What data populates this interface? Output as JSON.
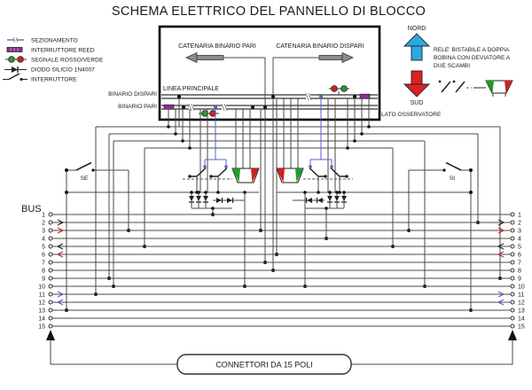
{
  "title": "SCHEMA ELETTRICO DEL PANNELLO DI BLOCCO",
  "legend": {
    "items": [
      {
        "icon": "sectioning-icon",
        "label": "SEZIONAMENTO"
      },
      {
        "icon": "reed-switch-icon",
        "label": "INTERRUTTORE REED"
      },
      {
        "icon": "red-green-signal-icon",
        "label": "SEGNALE ROSSO/VERDE"
      },
      {
        "icon": "silicon-diode-icon",
        "label": "DIODO SILICIO 1N4007"
      },
      {
        "icon": "switch-icon",
        "label": "INTERRUTTORE"
      }
    ]
  },
  "panel": {
    "catenaria_pari": "CATENARIA BINARIO PARI",
    "catenaria_dispari": "CATENARIA BINARIO DISPARI",
    "linea_principale": "LINEA PRINCIPALE",
    "binario_dispari": "BINARIO DISPARI",
    "binario_pari": "BINARIO PARI"
  },
  "compass": {
    "north": "NORD",
    "south": "SUD",
    "observer": "LATO OSSERVATORE"
  },
  "relay_note": {
    "line1": "RELE' BISTABILE A DOPPIA",
    "line2": "BOBINA CON DEVIATORE A",
    "line3": "DUE SCAMBI"
  },
  "switches": {
    "se": "SE",
    "si": "SI"
  },
  "bus": {
    "label": "BUS",
    "pins": [
      "1",
      "2",
      "3",
      "4",
      "5",
      "6",
      "7",
      "8",
      "9",
      "10",
      "11",
      "12",
      "13",
      "14",
      "15"
    ],
    "arrows": [
      {
        "pin": 2,
        "dir": "right",
        "color": "#222222"
      },
      {
        "pin": 3,
        "dir": "right",
        "color": "#cc2222"
      },
      {
        "pin": 5,
        "dir": "left",
        "color": "#222222"
      },
      {
        "pin": 6,
        "dir": "left",
        "color": "#cc2222"
      },
      {
        "pin": 11,
        "dir": "right",
        "color": "#5560c8"
      },
      {
        "pin": 12,
        "dir": "left",
        "color": "#5560c8"
      }
    ]
  },
  "connector": {
    "label": "CONNETTORI DA 15 POLI"
  },
  "colors": {
    "signal_green": "#1f9d2f",
    "signal_red": "#cc2222",
    "north_arrow_blue": "#29abe2",
    "south_arrow_red": "#e02020",
    "reed_purple": "#8e2f8e",
    "coil_wire_blue": "#5560c8",
    "catenary_arrow_gray": "#8c8c8c"
  }
}
